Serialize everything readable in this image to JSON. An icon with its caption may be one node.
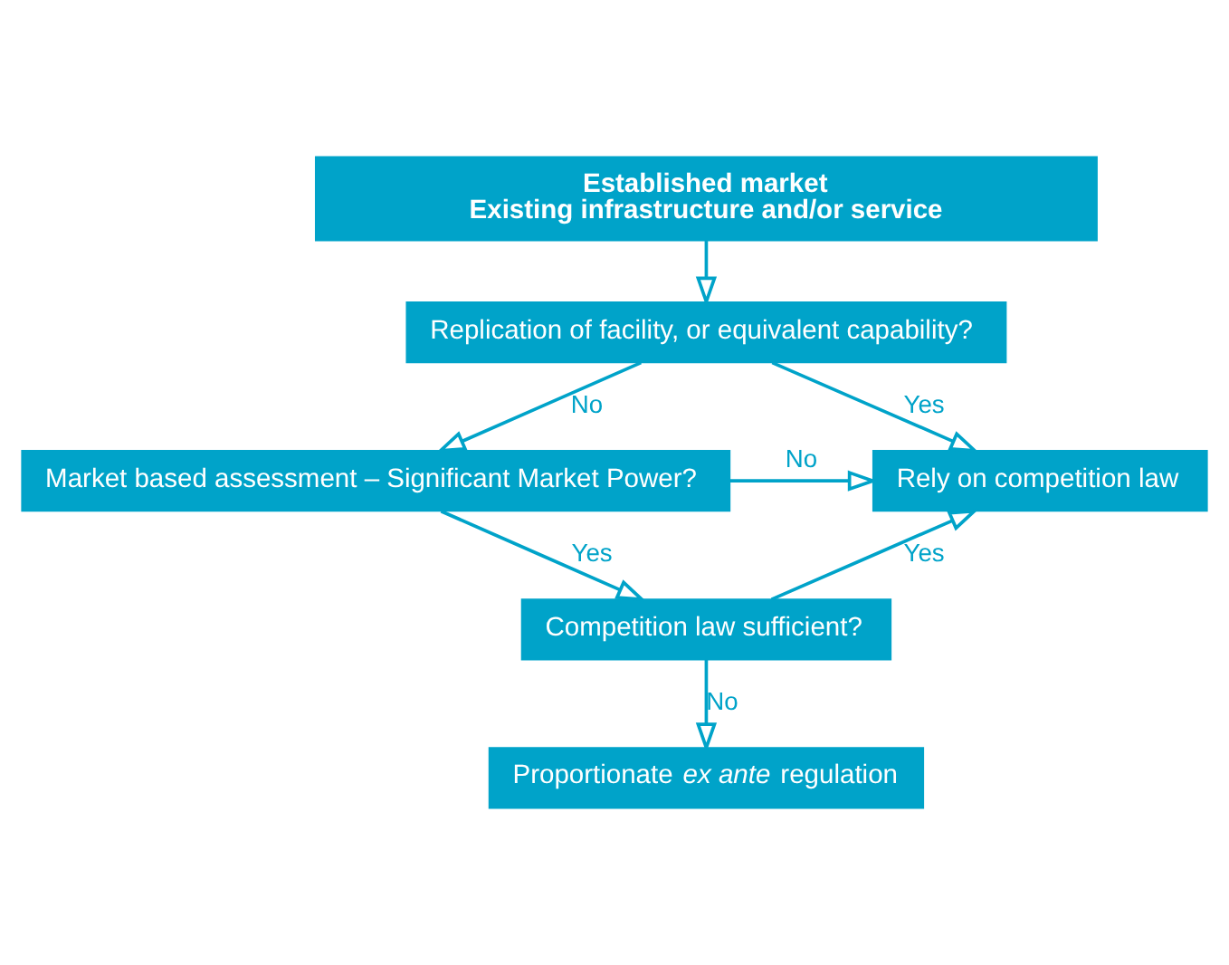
{
  "diagram": {
    "nodes": [
      {
        "text": [
          "Established market",
          "Existing infrastructure and/or service"
        ]
      },
      {
        "text": [
          "Replication of facility, or equivalent capability?"
        ]
      },
      {
        "text": [
          "Market based assessment – Significant Market Power?"
        ]
      },
      {
        "text": [
          "Rely on competition law"
        ]
      },
      {
        "text": [
          "Competition law sufficient?"
        ]
      },
      {
        "text": [
          "Proportionate *ex ante* regulation"
        ]
      }
    ],
    "edges": [
      {
        "from": 0,
        "to": 1,
        "arrow": "to"
      },
      {
        "from": 1,
        "to": 2,
        "arrow": "to",
        "label": "No"
      },
      {
        "from": 1,
        "to": 3,
        "arrow": "to",
        "label": "Yes"
      },
      {
        "from": 2,
        "to": 3,
        "arrow": "to",
        "label": "No"
      },
      {
        "from": 2,
        "to": 4,
        "arrow": "to",
        "label": "Yes"
      },
      {
        "from": 4,
        "to": 3,
        "arrow": "to",
        "label": "Yes"
      },
      {
        "from": 4,
        "to": 5,
        "arrow": "to",
        "label": "No"
      }
    ]
  }
}
